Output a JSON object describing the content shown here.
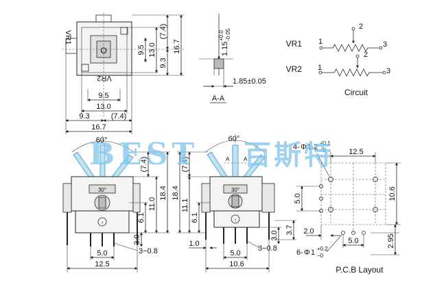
{
  "top_view": {
    "vr1_label": "VR1",
    "vr2_label": "VR2",
    "dim_74_right": "(7.4)",
    "dim_95_right": "9.5",
    "dim_130_right": "13.0",
    "dim_93_right": "9.3",
    "dim_167_right": "16.7",
    "dim_95_bottom": "9.5",
    "dim_130_bottom": "13.0",
    "dim_93_bottom": "9.3",
    "dim_74_bottom": "(7.4)",
    "dim_167_bottom": "16.7"
  },
  "section_view": {
    "dim_115": "1.15",
    "tol_115_upper": "+0.0",
    "tol_115_lower": "-0.05",
    "dim_185": "1.85±0.05",
    "section_label": "A-A"
  },
  "circuit": {
    "vr1_label": "VR1",
    "vr2_label": "VR2",
    "vr1_pin1": "1",
    "vr1_pin2": "2",
    "vr1_pin3": "3",
    "vr2_pin1": "1",
    "vr2_pin2": "2",
    "vr2_pin3": "3",
    "title": "Circuit"
  },
  "front_view": {
    "angle": "60°",
    "dim_74": "(7.4)",
    "dim_184": "18.4",
    "dim_110": "11.0",
    "dim_61": "6.1",
    "dim_30": "3.0",
    "dim_50": "5.0",
    "dim_125": "12.5",
    "pin_dim": "3−0.8",
    "angle_mark": "30°",
    "arrow_mark": "↑"
  },
  "side_view": {
    "angle": "60°",
    "dim_74": "(7.4)",
    "dim_184": "18.4",
    "dim_111": "11.1",
    "dim_61": "6.1",
    "dim_30": "3.0",
    "dim_37": "3.7",
    "dim_10": "1.0",
    "dim_50": "5.0",
    "dim_106": "10.6",
    "pin_dim": "3−0.8",
    "section_a_left": "A",
    "section_a_right": "A",
    "angle_mark": "30°",
    "arrow_mark": "↑"
  },
  "pcb_layout": {
    "hole4_prefix": "4-",
    "hole4_phi": "Φ",
    "hole4_dia": "1.2",
    "hole4_tol_upper": "+0.1",
    "hole4_tol_lower": "−0",
    "dim_125": "12.5",
    "dim_50_left": "5.0",
    "dim_106": "10.6",
    "dim_20": "2.0",
    "dim_50_bottom": "5.0",
    "dim_295": "2.95",
    "hole6_prefix": "6-",
    "hole6_phi": "Φ",
    "hole6_dia": "1",
    "hole6_tol_upper": "+0.2",
    "hole6_tol_lower": "−0",
    "title": "P.C.B Layout"
  },
  "watermark": {
    "latin": "BEST",
    "cjk": "百斯特"
  },
  "colors": {
    "lever_fill": "#bfe3f5",
    "lever_stroke": "#3c8fc4",
    "watermark": "#7fc4ec"
  }
}
